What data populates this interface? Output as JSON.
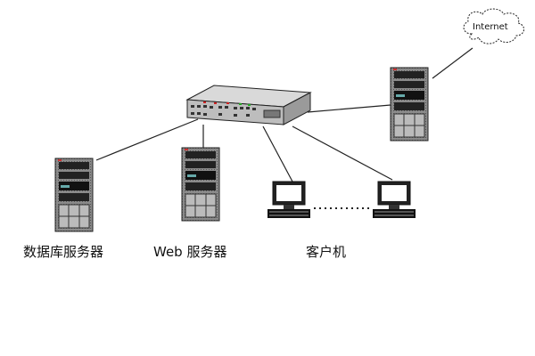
{
  "internet_label": "Internet",
  "labels": {
    "db_server": "数据库服务器",
    "web_server": "Web 服务器",
    "clients": "客户机"
  }
}
